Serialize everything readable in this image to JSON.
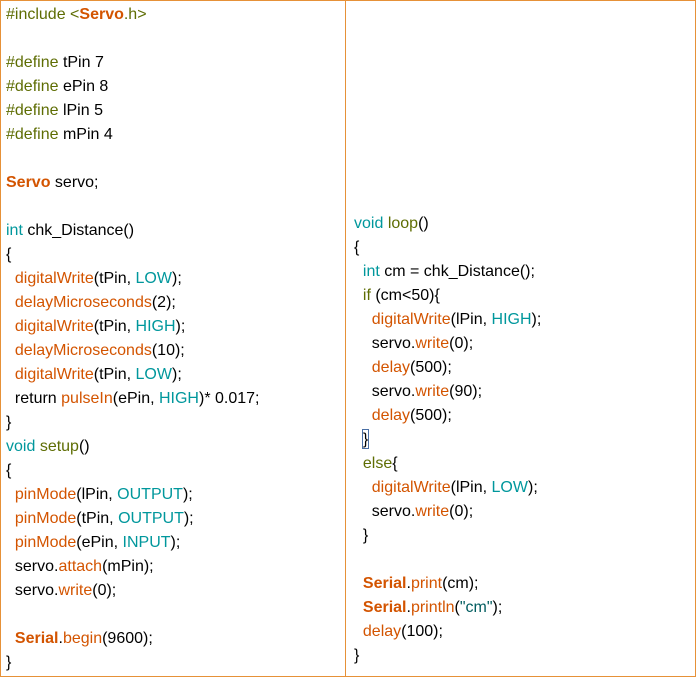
{
  "colors": {
    "border": "#e69138",
    "keyword": "#5e6d03",
    "type": "#00979c",
    "function": "#d35400",
    "constant": "#00979c",
    "string": "#005c5f"
  },
  "left_panel": {
    "lines": [
      [
        {
          "t": "#include <",
          "c": "kw"
        },
        {
          "t": "Servo",
          "c": "cls"
        },
        {
          "t": ".h>",
          "c": "kw"
        }
      ],
      [],
      [
        {
          "t": "#define ",
          "c": "kw"
        },
        {
          "t": "tPin 7",
          "c": ""
        }
      ],
      [
        {
          "t": "#define ",
          "c": "kw"
        },
        {
          "t": "ePin 8",
          "c": ""
        }
      ],
      [
        {
          "t": "#define ",
          "c": "kw"
        },
        {
          "t": "lPin 5",
          "c": ""
        }
      ],
      [
        {
          "t": "#define ",
          "c": "kw"
        },
        {
          "t": "mPin 4",
          "c": ""
        }
      ],
      [],
      [
        {
          "t": "Servo",
          "c": "cls"
        },
        {
          "t": " servo;",
          "c": ""
        }
      ],
      [],
      [
        {
          "t": "int",
          "c": "ty"
        },
        {
          "t": " chk_Distance()",
          "c": ""
        }
      ],
      [
        {
          "t": "{",
          "c": ""
        }
      ],
      [
        {
          "t": "  ",
          "c": ""
        },
        {
          "t": "digitalWrite",
          "c": "fn"
        },
        {
          "t": "(tPin, ",
          "c": ""
        },
        {
          "t": "LOW",
          "c": "cst"
        },
        {
          "t": ");",
          "c": ""
        }
      ],
      [
        {
          "t": "  ",
          "c": ""
        },
        {
          "t": "delayMicroseconds",
          "c": "fn"
        },
        {
          "t": "(2);",
          "c": ""
        }
      ],
      [
        {
          "t": "  ",
          "c": ""
        },
        {
          "t": "digitalWrite",
          "c": "fn"
        },
        {
          "t": "(tPin, ",
          "c": ""
        },
        {
          "t": "HIGH",
          "c": "cst"
        },
        {
          "t": ");",
          "c": ""
        }
      ],
      [
        {
          "t": "  ",
          "c": ""
        },
        {
          "t": "delayMicroseconds",
          "c": "fn"
        },
        {
          "t": "(10);",
          "c": ""
        }
      ],
      [
        {
          "t": "  ",
          "c": ""
        },
        {
          "t": "digitalWrite",
          "c": "fn"
        },
        {
          "t": "(tPin, ",
          "c": ""
        },
        {
          "t": "LOW",
          "c": "cst"
        },
        {
          "t": ");",
          "c": ""
        }
      ],
      [
        {
          "t": "  return ",
          "c": ""
        },
        {
          "t": "pulseIn",
          "c": "fn"
        },
        {
          "t": "(ePin, ",
          "c": ""
        },
        {
          "t": "HIGH",
          "c": "cst"
        },
        {
          "t": ")* 0.017;",
          "c": ""
        }
      ],
      [
        {
          "t": "}",
          "c": ""
        }
      ],
      [
        {
          "t": "void",
          "c": "ty"
        },
        {
          "t": " ",
          "c": ""
        },
        {
          "t": "setup",
          "c": "kw"
        },
        {
          "t": "()",
          "c": ""
        }
      ],
      [
        {
          "t": "{",
          "c": ""
        }
      ],
      [
        {
          "t": "  ",
          "c": ""
        },
        {
          "t": "pinMode",
          "c": "fn"
        },
        {
          "t": "(lPin, ",
          "c": ""
        },
        {
          "t": "OUTPUT",
          "c": "cst"
        },
        {
          "t": ");",
          "c": ""
        }
      ],
      [
        {
          "t": "  ",
          "c": ""
        },
        {
          "t": "pinMode",
          "c": "fn"
        },
        {
          "t": "(tPin, ",
          "c": ""
        },
        {
          "t": "OUTPUT",
          "c": "cst"
        },
        {
          "t": ");",
          "c": ""
        }
      ],
      [
        {
          "t": "  ",
          "c": ""
        },
        {
          "t": "pinMode",
          "c": "fn"
        },
        {
          "t": "(ePin, ",
          "c": ""
        },
        {
          "t": "INPUT",
          "c": "cst"
        },
        {
          "t": ");",
          "c": ""
        }
      ],
      [
        {
          "t": "  servo.",
          "c": ""
        },
        {
          "t": "attach",
          "c": "fn"
        },
        {
          "t": "(mPin);",
          "c": ""
        }
      ],
      [
        {
          "t": "  servo.",
          "c": ""
        },
        {
          "t": "write",
          "c": "fn"
        },
        {
          "t": "(0);",
          "c": ""
        }
      ],
      [],
      [
        {
          "t": "  ",
          "c": ""
        },
        {
          "t": "Serial",
          "c": "cls"
        },
        {
          "t": ".",
          "c": ""
        },
        {
          "t": "begin",
          "c": "fn"
        },
        {
          "t": "(9600);",
          "c": ""
        }
      ],
      [
        {
          "t": "}",
          "c": ""
        }
      ]
    ]
  },
  "right_panel": {
    "lines": [
      [
        {
          "t": "void",
          "c": "ty"
        },
        {
          "t": " ",
          "c": ""
        },
        {
          "t": "loop",
          "c": "kw"
        },
        {
          "t": "()",
          "c": ""
        }
      ],
      [
        {
          "t": "{",
          "c": ""
        }
      ],
      [
        {
          "t": "  ",
          "c": ""
        },
        {
          "t": "int",
          "c": "ty"
        },
        {
          "t": " cm = chk_Distance();",
          "c": ""
        }
      ],
      [
        {
          "t": "  ",
          "c": ""
        },
        {
          "t": "if",
          "c": "kw"
        },
        {
          "t": " (cm<50){",
          "c": ""
        }
      ],
      [
        {
          "t": "    ",
          "c": ""
        },
        {
          "t": "digitalWrite",
          "c": "fn"
        },
        {
          "t": "(lPin, ",
          "c": ""
        },
        {
          "t": "HIGH",
          "c": "cst"
        },
        {
          "t": ");",
          "c": ""
        }
      ],
      [
        {
          "t": "    servo.",
          "c": ""
        },
        {
          "t": "write",
          "c": "fn"
        },
        {
          "t": "(0);",
          "c": ""
        }
      ],
      [
        {
          "t": "    ",
          "c": ""
        },
        {
          "t": "delay",
          "c": "fn"
        },
        {
          "t": "(500);",
          "c": ""
        }
      ],
      [
        {
          "t": "    servo.",
          "c": ""
        },
        {
          "t": "write",
          "c": "fn"
        },
        {
          "t": "(90);",
          "c": ""
        }
      ],
      [
        {
          "t": "    ",
          "c": ""
        },
        {
          "t": "delay",
          "c": "fn"
        },
        {
          "t": "(500);",
          "c": ""
        }
      ],
      [
        {
          "t": "  }",
          "c": ""
        }
      ],
      [
        {
          "t": "  ",
          "c": ""
        },
        {
          "t": "else",
          "c": "kw"
        },
        {
          "t": "{",
          "c": ""
        }
      ],
      [
        {
          "t": "    ",
          "c": ""
        },
        {
          "t": "digitalWrite",
          "c": "fn"
        },
        {
          "t": "(lPin, ",
          "c": ""
        },
        {
          "t": "LOW",
          "c": "cst"
        },
        {
          "t": ");",
          "c": ""
        }
      ],
      [
        {
          "t": "    servo.",
          "c": ""
        },
        {
          "t": "write",
          "c": "fn"
        },
        {
          "t": "(0);",
          "c": ""
        }
      ],
      [
        {
          "t": "  }",
          "c": ""
        }
      ],
      [],
      [
        {
          "t": "  ",
          "c": ""
        },
        {
          "t": "Serial",
          "c": "cls"
        },
        {
          "t": ".",
          "c": ""
        },
        {
          "t": "print",
          "c": "fn"
        },
        {
          "t": "(cm);",
          "c": ""
        }
      ],
      [
        {
          "t": "  ",
          "c": ""
        },
        {
          "t": "Serial",
          "c": "cls"
        },
        {
          "t": ".",
          "c": ""
        },
        {
          "t": "println",
          "c": "fn"
        },
        {
          "t": "(",
          "c": ""
        },
        {
          "t": "\"cm\"",
          "c": "str"
        },
        {
          "t": ");",
          "c": ""
        }
      ],
      [
        {
          "t": "  ",
          "c": ""
        },
        {
          "t": "delay",
          "c": "fn"
        },
        {
          "t": "(100);",
          "c": ""
        }
      ],
      [
        {
          "t": "}",
          "c": ""
        }
      ]
    ]
  }
}
